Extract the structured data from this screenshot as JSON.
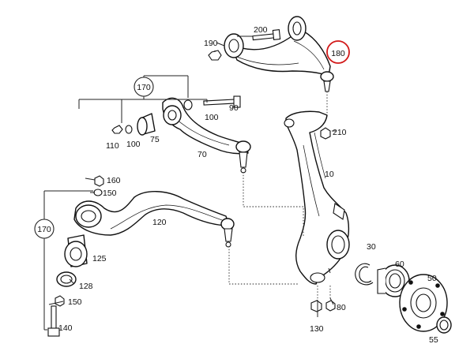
{
  "diagram": {
    "callouts": {
      "c10": "10",
      "c30": "30",
      "c50": "50",
      "c55": "55",
      "c60": "60",
      "c70": "70",
      "c75": "75",
      "c80": "80",
      "c90": "90",
      "c100a": "100",
      "c100b": "100",
      "c110": "110",
      "c120": "120",
      "c125": "125",
      "c128": "128",
      "c130": "130",
      "c140": "140",
      "c150a": "150",
      "c150b": "150",
      "c160": "160",
      "c170a": "170",
      "c170b": "170",
      "c180": "180",
      "c190": "190",
      "c200": "200",
      "c210": "210"
    },
    "highlight": {
      "part": "180",
      "color": "#d21919"
    }
  }
}
